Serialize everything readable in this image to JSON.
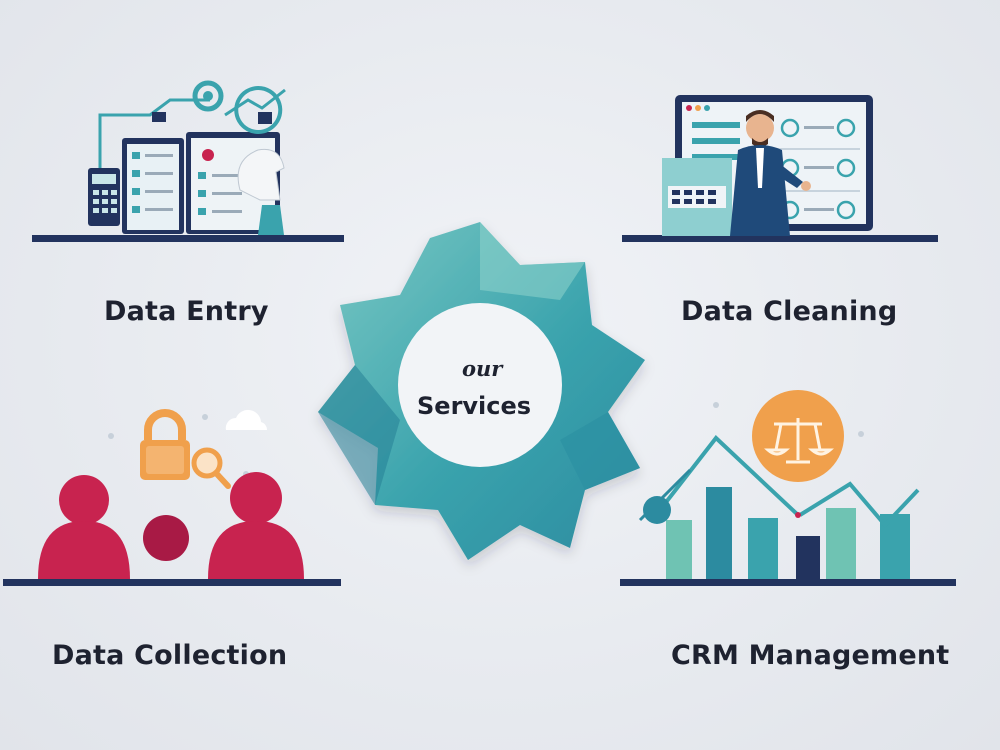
{
  "center": {
    "line1": "our",
    "line2": "Services"
  },
  "services": [
    {
      "label": "Data Entry"
    },
    {
      "label": "Data Cleaning"
    },
    {
      "label": "Data Collection"
    },
    {
      "label": "CRM Management"
    }
  ],
  "colors": {
    "teal": "#3aa3ad",
    "teal_light": "#6fc3c3",
    "teal_dark": "#1f6f86",
    "navy": "#22335e",
    "crimson": "#c8234f",
    "orange": "#f0a04c"
  }
}
